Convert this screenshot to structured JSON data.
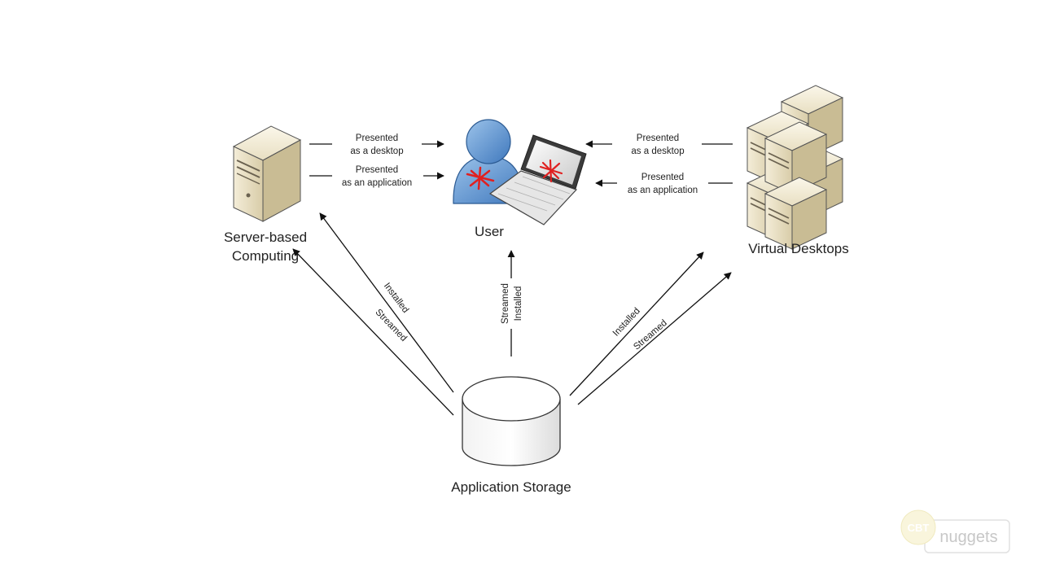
{
  "nodes": {
    "server_based": {
      "label_line1": "Server-based",
      "label_line2": "Computing"
    },
    "user": {
      "label": "User"
    },
    "virtual_desktops": {
      "label": "Virtual Desktops"
    },
    "app_storage": {
      "label": "Application Storage"
    }
  },
  "edges": {
    "server_desktop": {
      "line1": "Presented",
      "line2": "as a desktop"
    },
    "server_app": {
      "line1": "Presented",
      "line2": "as an application"
    },
    "vd_desktop": {
      "line1": "Presented",
      "line2": "as a desktop"
    },
    "vd_app": {
      "line1": "Presented",
      "line2": "as an application"
    },
    "storage_server_installed": "Installed",
    "storage_server_streamed": "Streamed",
    "storage_user_streamed": "Streamed",
    "storage_user_installed": "Installed",
    "storage_vd_installed": "Installed",
    "storage_vd_streamed": "Streamed"
  },
  "logo": {
    "part1": "CBT",
    "part2": "nuggets"
  }
}
